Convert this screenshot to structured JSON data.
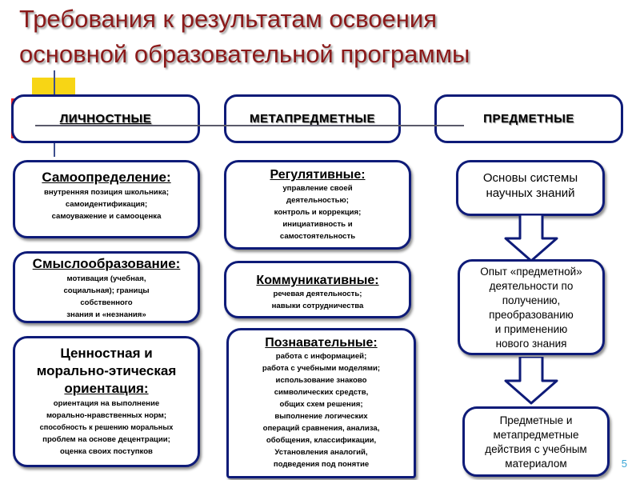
{
  "title": {
    "line1": "Требования к результатам освоения",
    "line2": "основной образовательной  программы"
  },
  "columns": {
    "personal": {
      "header": "ЛИЧНОСТНЫЕ",
      "boxes": [
        {
          "title": "Самоопределение:",
          "lines": [
            "внутренняя позиция школьника;",
            "самоидентификация;",
            "самоуважение и самооценка"
          ]
        },
        {
          "title": "Смыслообразование:",
          "lines": [
            "мотивация (учебная,",
            "социальная); границы",
            "собственного",
            "знания и «незнания»"
          ]
        },
        {
          "title_lines": [
            "Ценностная и",
            "морально-этическая",
            "ориентация:"
          ],
          "lines": [
            "ориентация на выполнение",
            "морально-нравственных норм;",
            "способность к решению моральных",
            "проблем на основе децентрации;",
            "оценка своих поступков"
          ]
        }
      ]
    },
    "meta": {
      "header": "МЕТАПРЕДМЕТНЫЕ",
      "boxes": [
        {
          "title": "Регулятивные:",
          "lines": [
            "управление своей",
            "деятельностью;",
            "контроль и коррекция;",
            "инициативность и",
            "самостоятельность"
          ]
        },
        {
          "title": "Коммуникативные:",
          "lines": [
            "речевая деятельность;",
            "навыки сотрудничества"
          ]
        },
        {
          "title": "Познавательные:",
          "lines": [
            "работа с информацией;",
            "работа с учебными моделями;",
            "использование знаково",
            "символических средств,",
            "общих схем решения;",
            "выполнение логических",
            "операций сравнения,  анализа,",
            "обобщения, классификации,",
            "Установления аналогий,",
            "подведения под понятие"
          ]
        }
      ]
    },
    "subject": {
      "header": "ПРЕДМЕТНЫЕ",
      "boxes": [
        {
          "lines": [
            "Основы системы",
            "научных знаний"
          ]
        },
        {
          "lines": [
            "Опыт «предметной»",
            "деятельности по",
            "получению,",
            "преобразованию",
            "и применению",
            "нового знания"
          ]
        },
        {
          "lines": [
            "Предметные и",
            "метапредметные",
            "действия с учебным",
            "материалом"
          ]
        }
      ]
    }
  },
  "page_number": "5",
  "colors": {
    "title": "#8b1a1a",
    "border": "#0e1b78",
    "deco_yellow": "#f7d515",
    "deco_red": "#e8232a",
    "deco_blue": "#8fa3df",
    "page_number": "#3aa6d6"
  }
}
